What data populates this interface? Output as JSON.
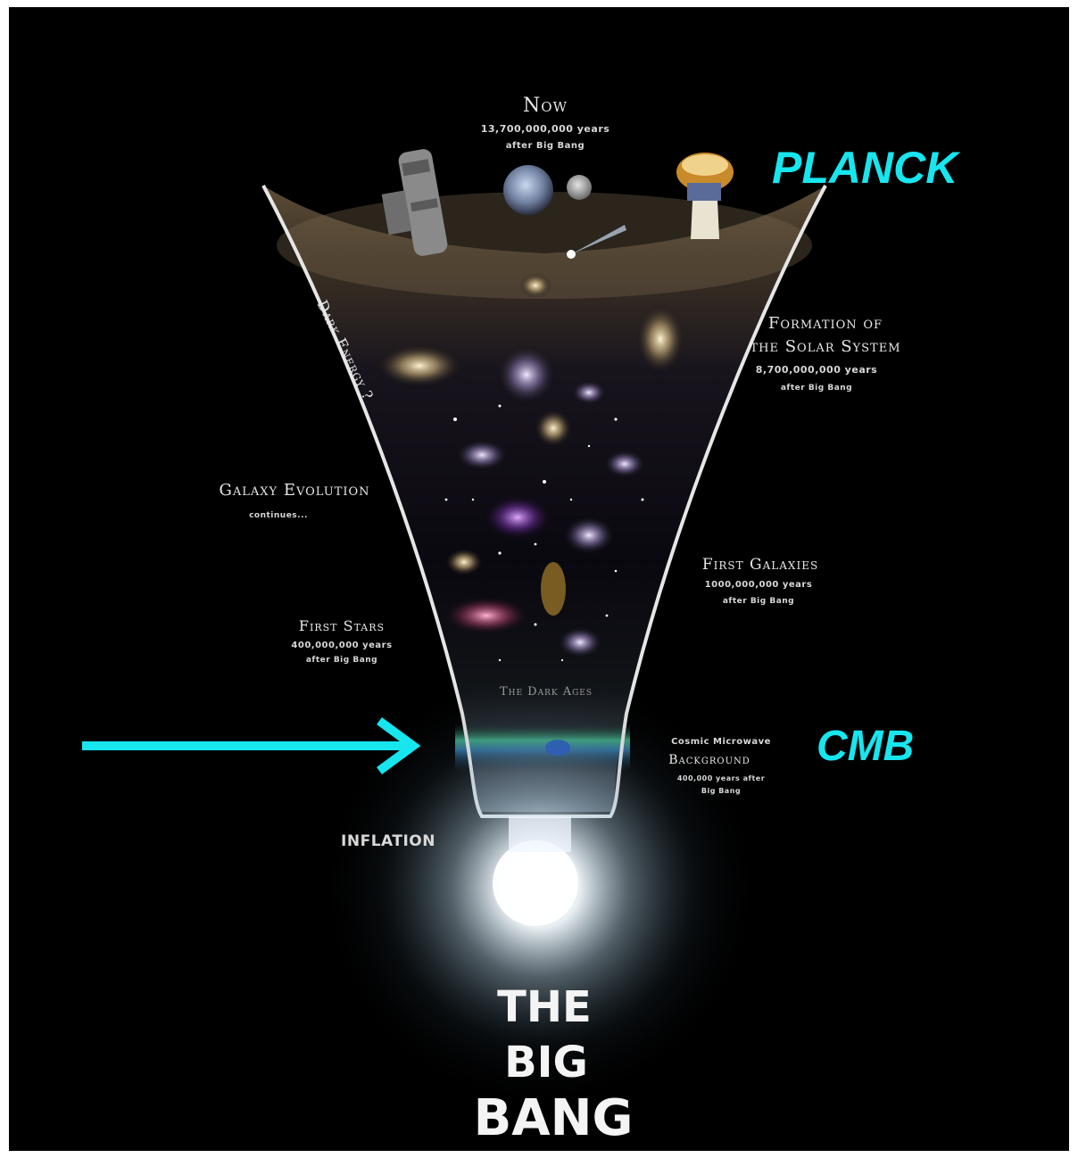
{
  "now": {
    "title": "Now",
    "line1": "13,700,000,000 years",
    "line2": "after Big Bang"
  },
  "planck": "PLANCK",
  "dark_energy": "Dark Energy ?",
  "solar_system": {
    "line1": "Formation of",
    "line2": "the Solar System",
    "line3": "8,700,000,000 years",
    "line4": "after Big Bang"
  },
  "galaxy_evolution": {
    "line1": "Galaxy Evolution",
    "line2": "continues..."
  },
  "first_galaxies": {
    "line1": "First Galaxies",
    "line2": "1000,000,000 years",
    "line3": "after Big Bang"
  },
  "first_stars": {
    "line1": "First Stars",
    "line2": "400,000,000 years",
    "line3": "after Big Bang"
  },
  "dark_ages": "The Dark Ages",
  "cmb_label": "CMB",
  "cmb_desc": {
    "line1": "Cosmic Microwave",
    "line2": "Background",
    "line3": "400,000 years after",
    "line4": "Big Bang"
  },
  "inflation": "INFLATION",
  "big_bang": {
    "line1": "THE",
    "line2": "BIG",
    "line3": "BANG"
  },
  "colors": {
    "background": "#000000",
    "accent": "#17e6ef",
    "outline": "#e6e6e6",
    "cmb_band": "#2e8f6a"
  }
}
